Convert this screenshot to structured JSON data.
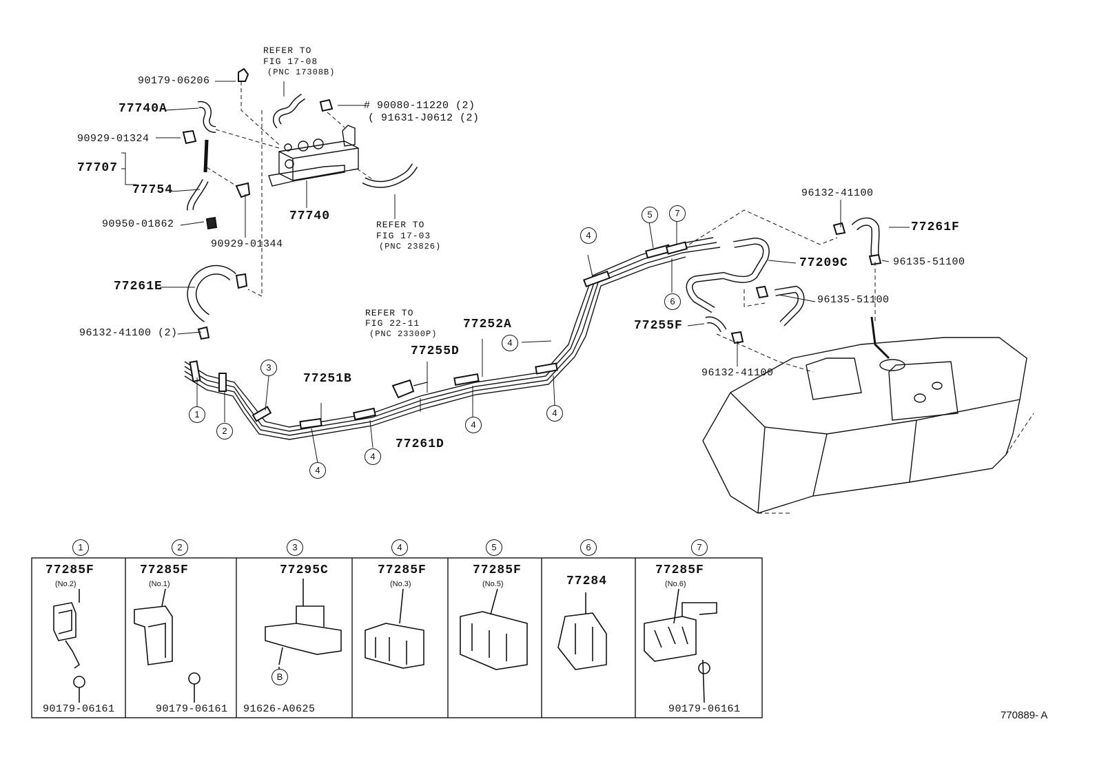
{
  "labels": {
    "p90179_06206": "90179-06206",
    "refer_1708_a": "REFER TO",
    "refer_1708_b": "FIG 17-08",
    "refer_1708_c": "(PNC 17308B)",
    "p77740A": "77740A",
    "p90080_11220": "# 90080-11220 (2)",
    "p91631_J0612": "( 91631-J0612 (2)",
    "p90929_01324": "90929-01324",
    "p77707": "77707",
    "p77754": "77754",
    "p90950_01862": "90950-01862",
    "p77740": "77740",
    "refer_1703_a": "REFER TO",
    "refer_1703_b": "FIG 17-03",
    "refer_1703_c": "(PNC 23826)",
    "p90929_01344": "90929-01344",
    "p77261E": "77261E",
    "p96132_41100_2": "96132-41100 (2)",
    "refer_2211_a": "REFER TO",
    "refer_2211_b": "FIG 22-11",
    "refer_2211_c": "(PNC 23300P)",
    "p77251B": "77251B",
    "p77255D": "77255D",
    "p77252A": "77252A",
    "p77261D": "77261D",
    "p96132_41100_top": "96132-41100",
    "p77261F": "77261F",
    "p77209C": "77209C",
    "p96135_51100_a": "96135-51100",
    "p96135_51100_b": "96135-51100",
    "p77255F": "77255F",
    "p96132_41100_b": "96132-41100"
  },
  "callouts": {
    "c1": "1",
    "c2": "2",
    "c3": "3",
    "c4a": "4",
    "c4b": "4",
    "c4c": "4",
    "c4d": "4",
    "c4e": "4",
    "c4f": "4",
    "c5": "5",
    "c6": "6",
    "c7": "7"
  },
  "legend": [
    {
      "num": "1",
      "part": "77285F",
      "sub": "(No.2)",
      "fastener": "90179-06161"
    },
    {
      "num": "2",
      "part": "77285F",
      "sub": "(No.1)",
      "fastener": "90179-06161"
    },
    {
      "num": "3",
      "part": "77295C",
      "sub": "",
      "fastener": "91626-A0625",
      "mark": "B"
    },
    {
      "num": "4",
      "part": "77285F",
      "sub": "(No.3)",
      "fastener": ""
    },
    {
      "num": "5",
      "part": "77285F",
      "sub": "(No.5)",
      "fastener": ""
    },
    {
      "num": "6",
      "part": "77284",
      "sub": "",
      "fastener": ""
    },
    {
      "num": "7",
      "part": "77285F",
      "sub": "(No.6)",
      "fastener": "90179-06161"
    }
  ],
  "diagram_code": "770889- A"
}
